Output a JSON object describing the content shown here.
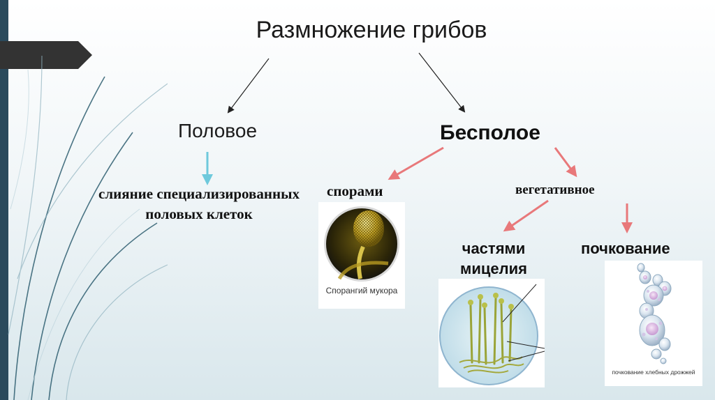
{
  "title": "Размножение грибов",
  "branches": {
    "sexual": {
      "label": "Половое",
      "description": "слияние специализированных половых клеток"
    },
    "asexual": {
      "label": "Бесполое",
      "spores": {
        "label": "спорами",
        "image_caption": "Спорангий мукора"
      },
      "vegetative": {
        "label": "вегетативное",
        "mycelium": {
          "label": "частями мицелия"
        },
        "budding": {
          "label": "почкование",
          "image_caption": "почкование хлебных дрожжей"
        }
      }
    }
  },
  "colors": {
    "sidebar": "#2b4a5c",
    "tab": "#333333",
    "black_arrow": "#222222",
    "pink_arrow": "#e8787a",
    "cyan_arrow": "#6ec9dc"
  },
  "icons": {
    "sidebar_tab": "chevron-right-tab-shape"
  }
}
